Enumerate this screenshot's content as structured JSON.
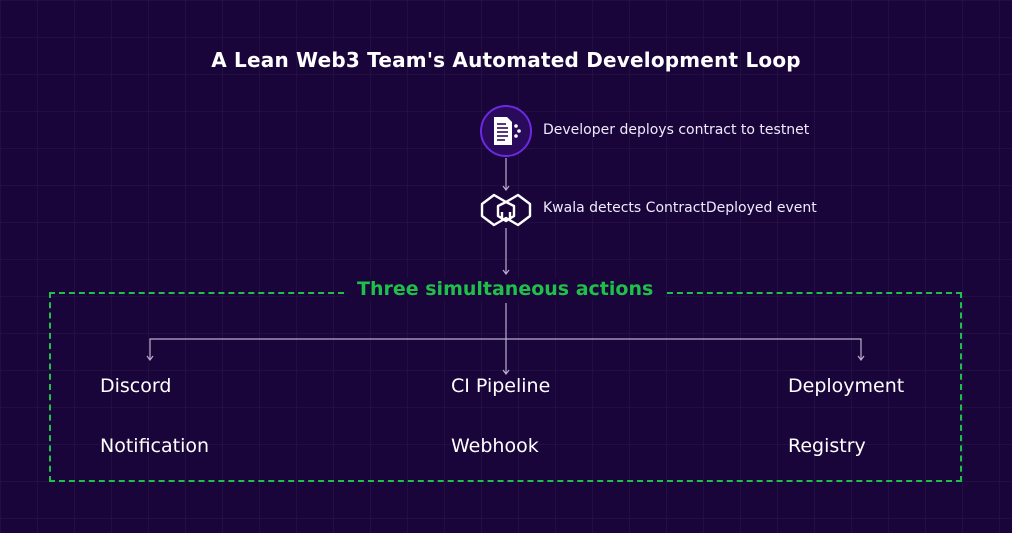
{
  "title": "A Lean Web3 Team's Automated Development Loop",
  "steps": [
    {
      "icon": "contract-document-icon",
      "label": "Developer deploys contract to testnet"
    },
    {
      "icon": "kwala-cube-icon",
      "label": "Kwala detects ContractDeployed event"
    }
  ],
  "actions_label": "Three simultaneous actions",
  "actions": [
    {
      "line1": "Discord",
      "line2": "Notification"
    },
    {
      "line1": "CI Pipeline",
      "line2": "Webhook"
    },
    {
      "line1": "Deployment",
      "line2": "Registry"
    }
  ],
  "colors": {
    "background": "#1a053a",
    "accent": "#1fbf4a",
    "icon_ring": "#6a2be0"
  }
}
